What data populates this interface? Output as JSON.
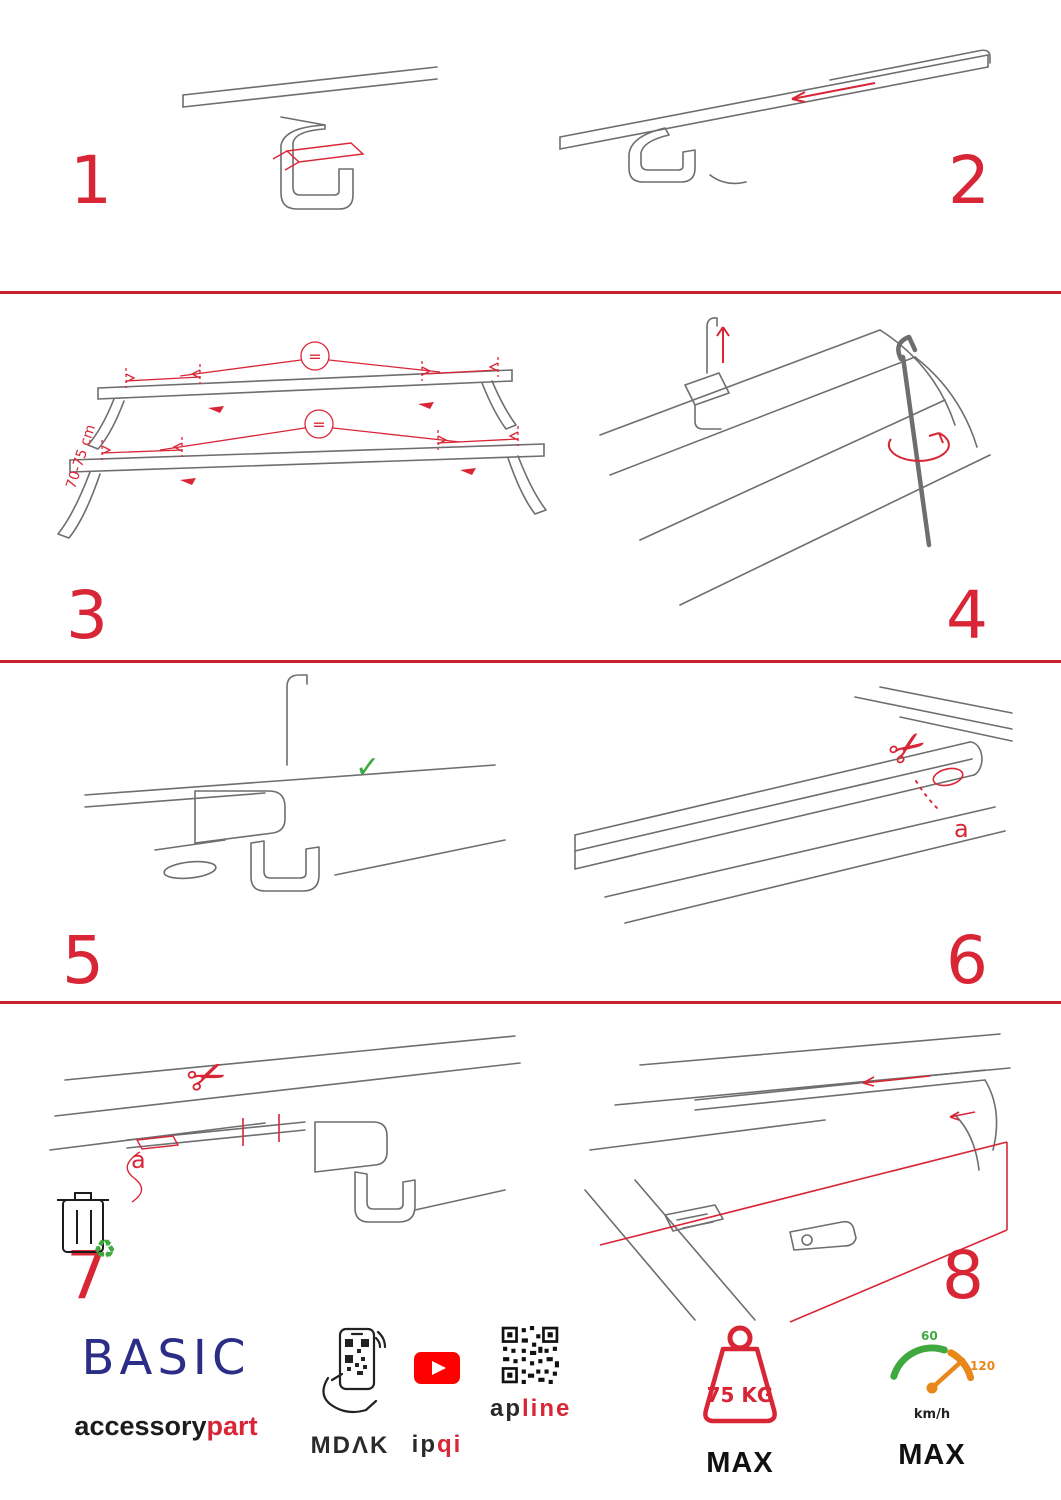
{
  "colors": {
    "accent_red": "#d92637",
    "divider_red": "#c8202f",
    "brand_blue": "#2b2d86",
    "green": "#3fa93f",
    "orange": "#e8871a",
    "youtube_red": "#ff0000"
  },
  "steps": {
    "s1": {
      "number": "1"
    },
    "s2": {
      "number": "2"
    },
    "s3": {
      "number": "3",
      "measurement": "70-75 cm",
      "equal": "="
    },
    "s4": {
      "number": "4"
    },
    "s5": {
      "number": "5"
    },
    "s6": {
      "number": "6",
      "label": "a"
    },
    "s7": {
      "number": "7",
      "label": "a"
    },
    "s8": {
      "number": "8"
    }
  },
  "icons": {
    "scissors": "✂",
    "check": "✓",
    "recycle": "♻"
  },
  "footer": {
    "brand": "BASIC",
    "brand_sub": {
      "black": "accessory",
      "red": "part"
    },
    "logo_mdak": "MDΛK",
    "logo_ipqi": {
      "black": "ip",
      "red": "qi"
    },
    "logo_apline": {
      "black": "ap",
      "red": "line"
    },
    "weight": {
      "value": "75 KG",
      "max": "MAX"
    },
    "speedometer": {
      "low": "60",
      "high": "120",
      "unit": "km/h",
      "max": "MAX"
    }
  }
}
